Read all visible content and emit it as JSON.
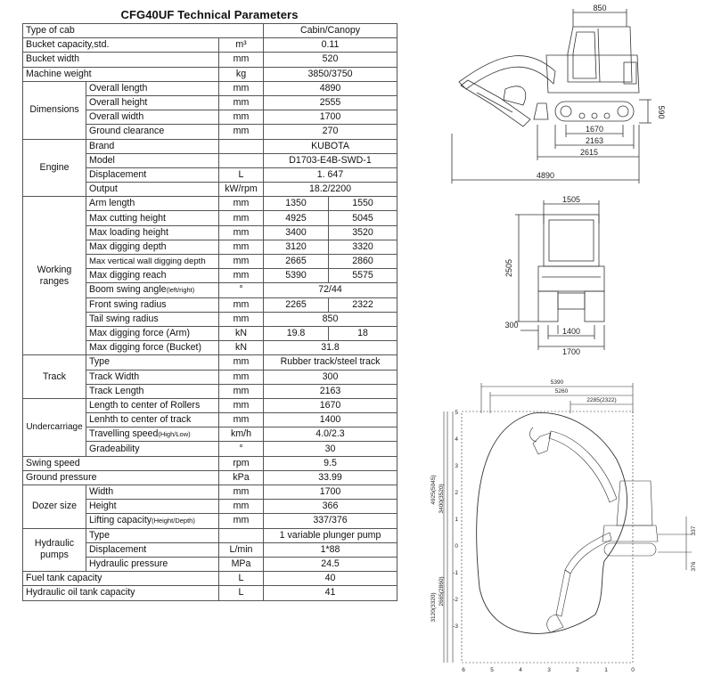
{
  "title": "CFG40UF Technical Parameters",
  "rows": {
    "cab": {
      "label": "Type of cab",
      "value": "Cabin/Canopy"
    },
    "bucket_capacity": {
      "label": "Bucket capacity,std.",
      "unit": "m³",
      "value": "0.11"
    },
    "bucket_width": {
      "label": "Bucket width",
      "unit": "mm",
      "value": "520"
    },
    "machine_weight": {
      "label": "Machine weight",
      "unit": "kg",
      "value": "3850/3750"
    },
    "dimensions": {
      "category": "Dimensions",
      "overall_length": {
        "label": "Overall length",
        "unit": "mm",
        "value": "4890"
      },
      "overall_height": {
        "label": "Overall height",
        "unit": "mm",
        "value": "2555"
      },
      "overall_width": {
        "label": "Overall width",
        "unit": "mm",
        "value": "1700"
      },
      "ground_clearance": {
        "label": "Ground clearance",
        "unit": "mm",
        "value": "270"
      }
    },
    "engine": {
      "category": "Engine",
      "brand": {
        "label": "Brand",
        "value": "KUBOTA"
      },
      "model": {
        "label": "Model",
        "value": "D1703-E4B-SWD-1"
      },
      "displacement": {
        "label": "Displacement",
        "unit": "L",
        "value": "1. 647"
      },
      "output": {
        "label": "Output",
        "unit": "kW/rpm",
        "value": "18.2/2200"
      }
    },
    "working": {
      "category_line1": "Working",
      "category_line2": "ranges",
      "arm_length": {
        "label": "Arm length",
        "unit": "mm",
        "v1": "1350",
        "v2": "1550"
      },
      "max_cutting_height": {
        "label": "Max cutting height",
        "unit": "mm",
        "v1": "4925",
        "v2": "5045"
      },
      "max_loading_height": {
        "label": "Max loading height",
        "unit": "mm",
        "v1": "3400",
        "v2": "3520"
      },
      "max_digging_depth": {
        "label": "Max digging depth",
        "unit": "mm",
        "v1": "3120",
        "v2": "3320"
      },
      "max_vertical_wall": {
        "label": "Max vertical wall digging depth",
        "unit": "mm",
        "v1": "2665",
        "v2": "2860"
      },
      "max_digging_reach": {
        "label": "Max digging reach",
        "unit": "mm",
        "v1": "5390",
        "v2": "5575"
      },
      "boom_swing_angle": {
        "label": "Boom swing angle",
        "label_small": "(left/right)",
        "unit": "°",
        "value": "72/44"
      },
      "front_swing_radius": {
        "label": "Front swing radius",
        "unit": "mm",
        "v1": "2265",
        "v2": "2322"
      },
      "tail_swing_radius": {
        "label": "Tail swing radius",
        "unit": "mm",
        "value": "850"
      },
      "max_digging_force_arm": {
        "label": "Max digging force (Arm)",
        "unit": "kN",
        "v1": "19.8",
        "v2": "18"
      },
      "max_digging_force_bucket": {
        "label": "Max digging force (Bucket)",
        "unit": "kN",
        "value": "31.8"
      }
    },
    "track": {
      "category": "Track",
      "type": {
        "label": "Type",
        "unit": "mm",
        "value": "Rubber track/steel track"
      },
      "width": {
        "label": "Track Width",
        "unit": "mm",
        "value": "300"
      },
      "length": {
        "label": "Track Length",
        "unit": "mm",
        "value": "2163"
      }
    },
    "undercarriage": {
      "category": "Undercarriage",
      "rollers": {
        "label": "Length to center of Rollers",
        "unit": "mm",
        "value": "1670"
      },
      "center_track": {
        "label": "Lenhth to center of track",
        "unit": "mm",
        "value": "1400"
      },
      "travel_speed": {
        "label": "Travelling speed",
        "label_small": "(High/Low)",
        "unit": "km/h",
        "value": "4.0/2.3"
      },
      "gradeability": {
        "label": "Gradeability",
        "unit": "°",
        "value": "30"
      }
    },
    "swing_speed": {
      "label": "Swing speed",
      "unit": "rpm",
      "value": "9.5"
    },
    "ground_pressure": {
      "label": "Ground pressure",
      "unit": "kPa",
      "value": "33.99"
    },
    "dozer": {
      "category": "Dozer size",
      "width": {
        "label": "Width",
        "unit": "mm",
        "value": "1700"
      },
      "height": {
        "label": "Height",
        "unit": "mm",
        "value": "366"
      },
      "lifting": {
        "label": "Lifting capacity",
        "label_small": "(Height/Depth)",
        "unit": "mm",
        "value": "337/376"
      }
    },
    "hydraulic": {
      "category_line1": "Hydraulic",
      "category_line2": "pumps",
      "type": {
        "label": "Type",
        "value": "1 variable plunger pump"
      },
      "displacement": {
        "label": "Displacement",
        "unit": "L/min",
        "value": "1*88"
      },
      "pressure": {
        "label": "Hydraulic pressure",
        "unit": "MPa",
        "value": "24.5"
      }
    },
    "fuel_tank": {
      "label": "Fuel tank capacity",
      "unit": "L",
      "value": "40"
    },
    "oil_tank": {
      "label": "Hydraulic oil tank capacity",
      "unit": "L",
      "value": "41"
    }
  },
  "drawings": {
    "side": {
      "d850": "850",
      "d590": "590",
      "d1670": "1670",
      "d2163": "2163",
      "d2615": "2615",
      "d4890": "4890"
    },
    "front": {
      "d1505": "1505",
      "d2505": "2505",
      "d300": "300",
      "d1400": "1400",
      "d1700": "1700"
    },
    "range": {
      "d5390": "5390",
      "d5260": "5260",
      "d2285": "2285(2322)",
      "v4925": "4925(5045)",
      "v3400": "3400(3520)",
      "v3120": "3120(3320)",
      "v2665": "2665(2860)",
      "d337": "337",
      "d376": "376",
      "yticks": [
        "5",
        "4",
        "3",
        "2",
        "1",
        "0",
        "-1",
        "-2",
        "-3"
      ],
      "xticks": [
        "6",
        "5",
        "4",
        "3",
        "2",
        "1",
        "0"
      ]
    }
  }
}
